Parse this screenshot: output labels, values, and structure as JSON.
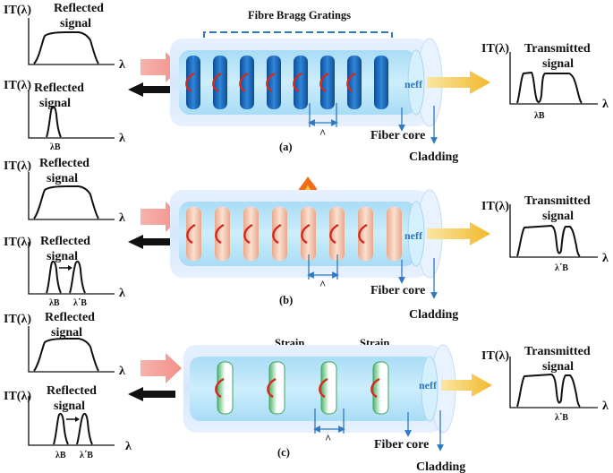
{
  "labels": {
    "fbg_title": "Fibre Bragg Gratings",
    "axis_it": "IT(λ)",
    "axis_lambda": "λ",
    "reflected": [
      "Reflected",
      "signal"
    ],
    "transmitted": [
      "Transmitted",
      "signal"
    ],
    "neff": "neff",
    "period": "^",
    "fiber_core": "Fiber core",
    "cladding": "Cladding",
    "strain": "Strain",
    "lambda_b": "λB",
    "lambda_b_shift": "λ΄B"
  },
  "panels": [
    {
      "id": "a",
      "caption": "(a)",
      "condition": "none"
    },
    {
      "id": "b",
      "caption": "(b)",
      "condition": "heat"
    },
    {
      "id": "c",
      "caption": "(c)",
      "condition": "strain"
    }
  ],
  "colors": {
    "core_dark": "#1565b8",
    "core_light": "#f3c6ad",
    "core_green": "#8ad79b",
    "fiber": "#cfe9fb",
    "cladding": "#e4efff",
    "input_arrow": "#f3a8a2",
    "output_arrow": "#f5c54a",
    "reflected_arrow": "#111111",
    "red_arrow": "#d42a1e",
    "strain_arrow": "#f0a070",
    "blue_line": "#2e79c2"
  }
}
